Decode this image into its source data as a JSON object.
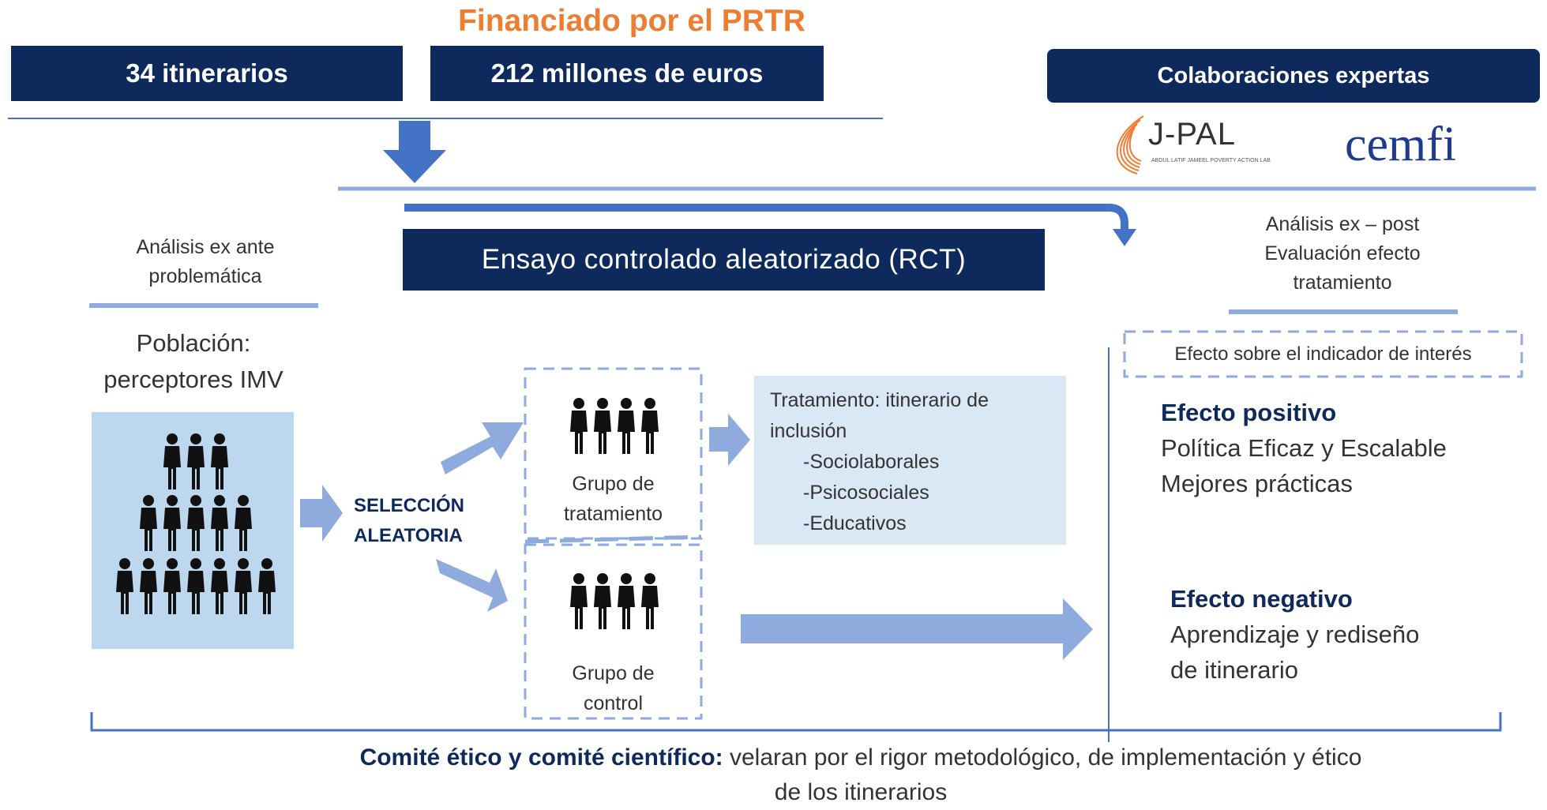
{
  "colors": {
    "navy": "#0e2a5c",
    "orange": "#ed7d31",
    "light_blue": "#8faadc",
    "line_blue": "#4472c4",
    "pale_blue": "#bdd7ee",
    "pale_box": "#dae8f6"
  },
  "header": {
    "funding_title": "Financiado por el PRTR",
    "itineraries": "34 itinerarios",
    "budget": "212 millones de euros",
    "collab_label": "Colaboraciones expertas"
  },
  "logos": {
    "jpal_name": "J-PAL",
    "jpal_sub": "ABDUL LATIF JAMEEL POVERTY ACTION LAB",
    "cemfi_name": "cemfi"
  },
  "ex_ante": {
    "line1": "Análisis ex ante",
    "line2": "problemática"
  },
  "rct_title": "Ensayo controlado aleatorizado (RCT)",
  "ex_post": {
    "line1": "Análisis ex – post",
    "line2": "Evaluación efecto",
    "line3": "tratamiento"
  },
  "population": {
    "line1": "Población:",
    "line2": "perceptores IMV"
  },
  "selection": {
    "line1": "SELECCIÓN",
    "line2": "ALEATORIA"
  },
  "treatment_group": {
    "line1": "Grupo de",
    "line2": "tratamiento"
  },
  "control_group": {
    "line1": "Grupo de",
    "line2": "control"
  },
  "treatment_box": {
    "line1": "Tratamiento: itinerario de",
    "line2": "inclusión",
    "items": [
      "-Sociolaborales",
      "-Psicosociales",
      "-Educativos"
    ]
  },
  "indicator_label": "Efecto sobre el indicador de interés",
  "positive": {
    "title": "Efecto positivo",
    "line1": "Política Eficaz y Escalable",
    "line2": "Mejores prácticas"
  },
  "negative": {
    "title": "Efecto negativo",
    "line1": "Aprendizaje y rediseño",
    "line2": "de itinerario"
  },
  "footer": {
    "bold": "Comité ético y comité científico:",
    "rest": " velaran por el rigor metodológico, de implementación y ético",
    "line2": "de los itinerarios"
  }
}
